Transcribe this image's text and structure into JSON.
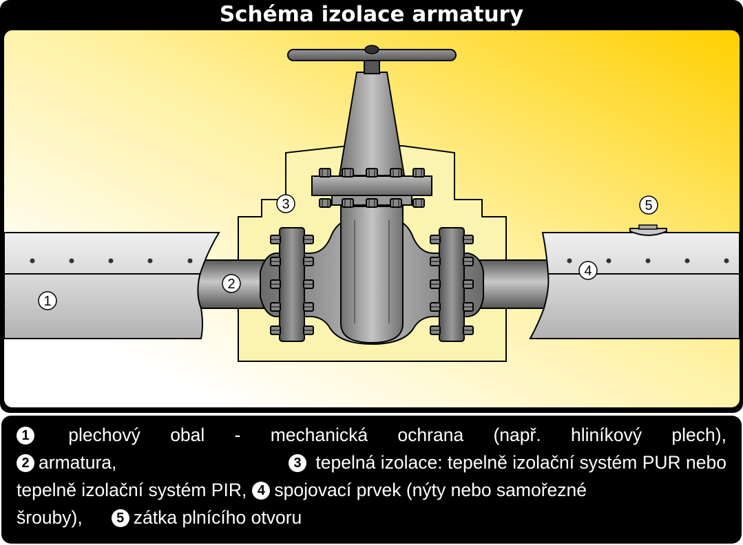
{
  "title": "Schéma izolace armatury",
  "callouts": [
    "1",
    "2",
    "3",
    "4",
    "5"
  ],
  "legend": {
    "items": [
      {
        "num": "1",
        "text": "plechový obal - mechanická ochrana (např. hliníkový plech),"
      },
      {
        "num": "2",
        "text": "armatura,"
      },
      {
        "num": "3",
        "text": "tepelná izolace: tepelně izolační systém PUR nebo tepelně izolační systém PIR,"
      },
      {
        "num": "4",
        "text": "spojovací prvek (nýty nebo samořezné šrouby),"
      },
      {
        "num": "5",
        "text": "zátka plnícího otvoru"
      }
    ]
  },
  "colors": {
    "background_gradient": [
      "#ffffff",
      "#fff3a8",
      "#ffd000"
    ],
    "insulation": "#fbf4b0",
    "metal_casing": "#d8d8d8",
    "valve": "#8f8f8f",
    "frame": "#000000"
  },
  "icons": [
    "valve-handwheel",
    "flange-bolt",
    "rivet"
  ]
}
